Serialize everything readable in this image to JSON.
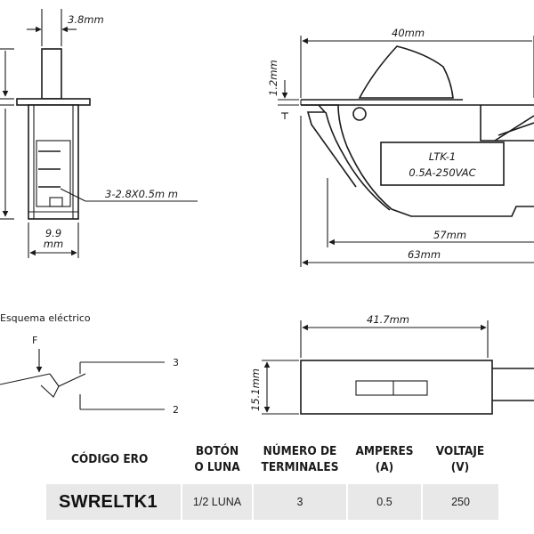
{
  "dimensions": {
    "shaft_width": "3.8mm",
    "terminals": "3-2.8X0.5m m",
    "side_width_top": "9.9",
    "side_width_bottom": "mm",
    "total_width": "40mm",
    "cap_height": "1.2mm",
    "body_length": "57mm",
    "overall_length": "63mm",
    "front_length": "41.7mm",
    "front_height": "15.1mm"
  },
  "label": {
    "model": "LTK-1",
    "rating": "0.5A-250VAC"
  },
  "schematic": {
    "title": "Esquema eléctrico",
    "force_label": "F",
    "terminal_top": "3",
    "terminal_bottom": "2"
  },
  "table": {
    "headers": [
      {
        "line1": "CÓDIGO ERO",
        "line2": ""
      },
      {
        "line1": "BOTÓN",
        "line2": "O LUNA"
      },
      {
        "line1": "NÚMERO DE",
        "line2": "TERMINALES"
      },
      {
        "line1": "AMPERES",
        "line2": "(A)"
      },
      {
        "line1": "VOLTAJE",
        "line2": "(V)"
      }
    ],
    "row": {
      "code": "SWRELTK1",
      "button": "1/2 LUNA",
      "terminals": "3",
      "amperes": "0.5",
      "voltage": "250"
    }
  },
  "colors": {
    "line": "#1a1a1a",
    "row_background": "#e8e8e8"
  }
}
